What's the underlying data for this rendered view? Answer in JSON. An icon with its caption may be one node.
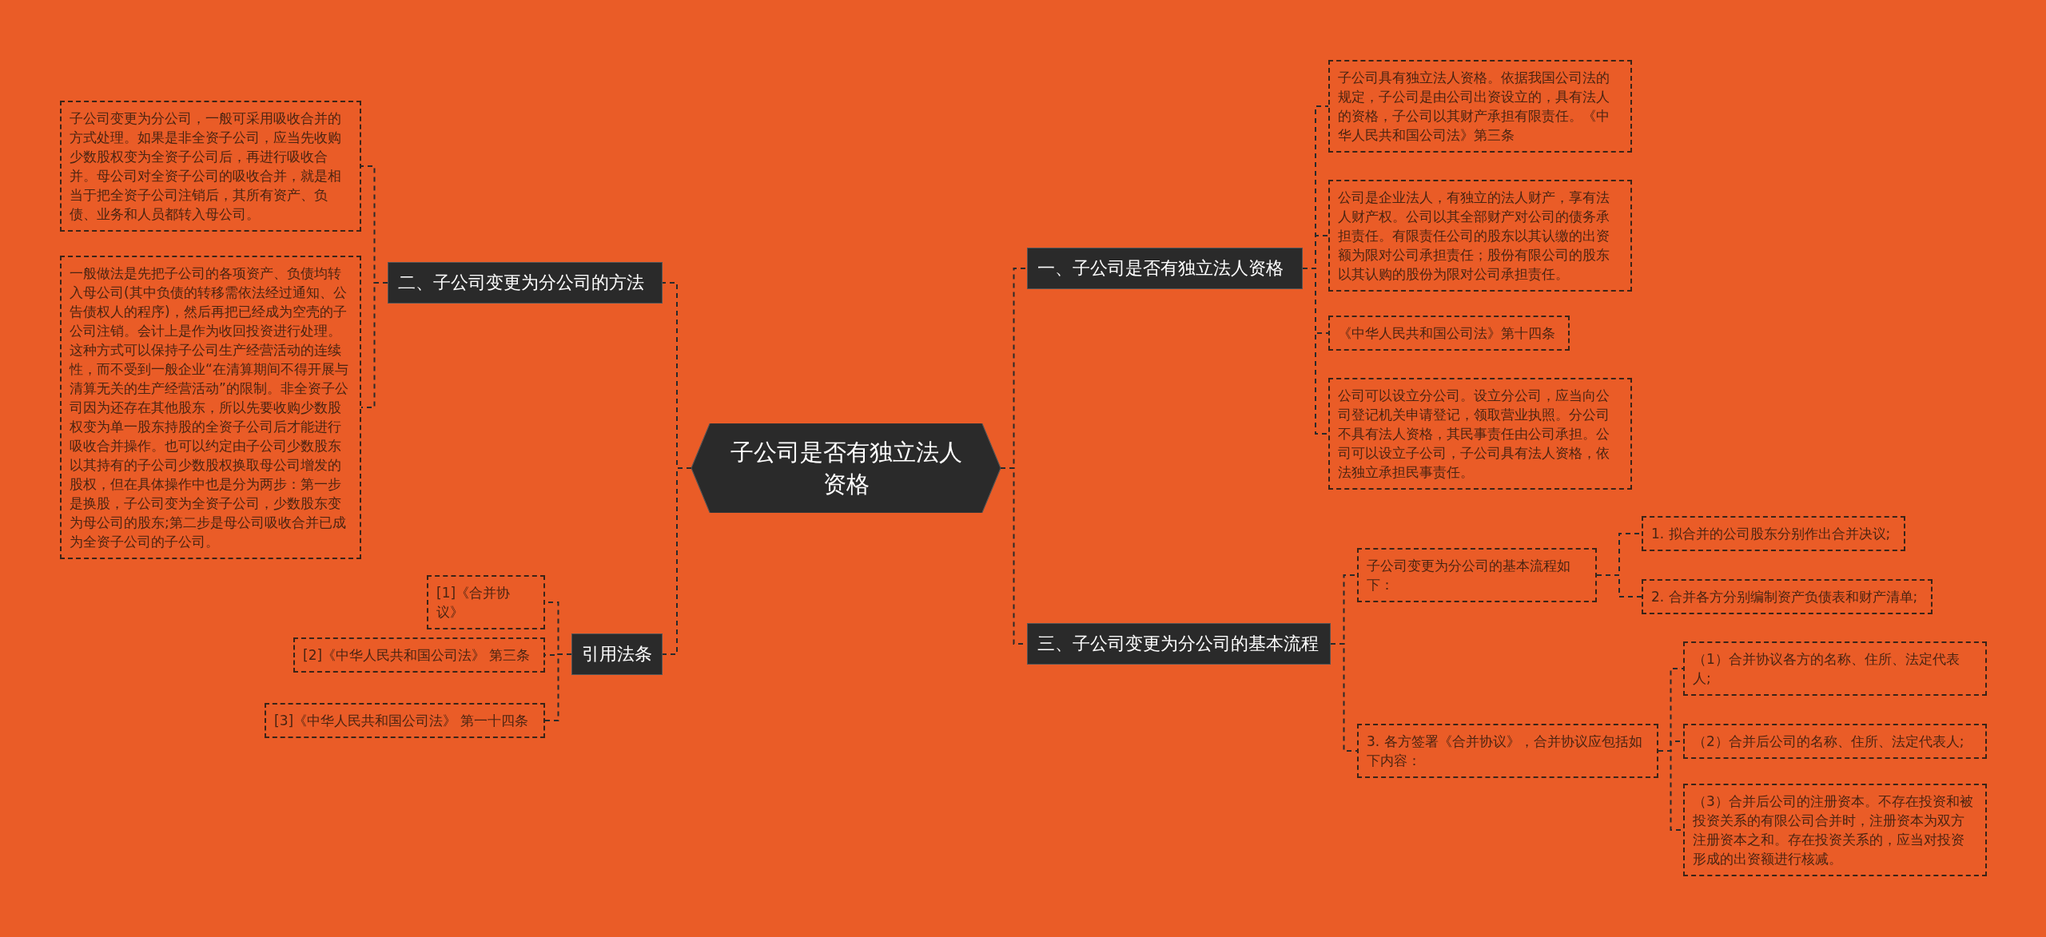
{
  "diagram": {
    "nodes": [
      {
        "text": [
          "子公司是否有独立法人资格"
        ]
      },
      {
        "text": [
          "一、子公司是否有独立法人资格"
        ]
      },
      {
        "text": [
          "子公司具有独立法人资格。依据我国公司法的规定，子公司是由公司出资设立的，具有法人的资格，子公司以其财产承担有限责任。《中华人民共和国公司法》第三条"
        ]
      },
      {
        "text": [
          "公司是企业法人，有独立的法人财产，享有法人财产权。公司以其全部财产对公司的债务承担责任。有限责任公司的股东以其认缴的出资额为限对公司承担责任；股份有限公司的股东以其认购的股份为限对公司承担责任。"
        ]
      },
      {
        "text": [
          "《中华人民共和国公司法》第十四条"
        ]
      },
      {
        "text": [
          "公司可以设立分公司。设立分公司，应当向公司登记机关申请登记，领取营业执照。分公司不具有法人资格，其民事责任由公司承担。公司可以设立子公司，子公司具有法人资格，依法独立承担民事责任。"
        ]
      },
      {
        "text": [
          "三、子公司变更为分公司的基本流程"
        ]
      },
      {
        "text": [
          "子公司变更为分公司的基本流程如下："
        ]
      },
      {
        "text": [
          "1. 拟合并的公司股东分别作出合并决议;"
        ]
      },
      {
        "text": [
          "2. 合并各方分别编制资产负债表和财产清单;"
        ]
      },
      {
        "text": [
          "3. 各方签署《合并协议》，合并协议应包括如下内容："
        ]
      },
      {
        "text": [
          "（1）合并协议各方的名称、住所、法定代表人;"
        ]
      },
      {
        "text": [
          "（2）合并后公司的名称、住所、法定代表人;"
        ]
      },
      {
        "text": [
          "（3）合并后公司的注册资本。不存在投资和被投资关系的有限公司合并时，注册资本为双方注册资本之和。存在投资关系的，应当对投资形成的出资额进行核减。"
        ]
      },
      {
        "text": [
          "二、子公司变更为分公司的方法"
        ]
      },
      {
        "text": [
          "子公司变更为分公司，一般可采用吸收合并的方式处理。如果是非全资子公司，应当先收购少数股权变为全资子公司后，再进行吸收合并。母公司对全资子公司的吸收合并，就是相当于把全资子公司注销后，其所有资产、负债、业务和人员都转入母公司。"
        ]
      },
      {
        "text": [
          "一般做法是先把子公司的各项资产、负债均转入母公司(其中负债的转移需依法经过通知、公告债权人的程序)，然后再把已经成为空壳的子公司注销。会计上是作为收回投资进行处理。这种方式可以保持子公司生产经营活动的连续性，而不受到一般企业“在清算期间不得开展与清算无关的生产经营活动”的限制。非全资子公司因为还存在其他股东，所以先要收购少数股权变为单一股东持股的全资子公司后才能进行吸收合并操作。也可以约定由子公司少数股东以其持有的子公司少数股权换取母公司增发的股权，但在具体操作中也是分为两步：第一步是换股，子公司变为全资子公司，少数股东变为母公司的股东;第二步是母公司吸收合并已成为全资子公司的子公司。"
        ]
      },
      {
        "text": [
          "引用法条"
        ]
      },
      {
        "text": [
          "[1]《合并协议》"
        ]
      },
      {
        "text": [
          "[2]《中华人民共和国公司法》 第三条"
        ]
      },
      {
        "text": [
          "[3]《中华人民共和国公司法》 第一十四条"
        ]
      }
    ],
    "edges": [
      {
        "from": 0,
        "to": 1,
        "arrow": "none",
        "style": "dashed"
      },
      {
        "from": 1,
        "to": 2,
        "arrow": "none",
        "style": "dashed"
      },
      {
        "from": 1,
        "to": 3,
        "arrow": "none",
        "style": "dashed"
      },
      {
        "from": 1,
        "to": 4,
        "arrow": "none",
        "style": "dashed"
      },
      {
        "from": 1,
        "to": 5,
        "arrow": "none",
        "style": "dashed"
      },
      {
        "from": 0,
        "to": 6,
        "arrow": "none",
        "style": "dashed"
      },
      {
        "from": 6,
        "to": 7,
        "arrow": "none",
        "style": "dashed"
      },
      {
        "from": 7,
        "to": 8,
        "arrow": "none",
        "style": "dashed"
      },
      {
        "from": 7,
        "to": 9,
        "arrow": "none",
        "style": "dashed"
      },
      {
        "from": 6,
        "to": 10,
        "arrow": "none",
        "style": "dashed"
      },
      {
        "from": 10,
        "to": 11,
        "arrow": "none",
        "style": "dashed"
      },
      {
        "from": 10,
        "to": 12,
        "arrow": "none",
        "style": "dashed"
      },
      {
        "from": 10,
        "to": 13,
        "arrow": "none",
        "style": "dashed"
      },
      {
        "from": 0,
        "to": 14,
        "arrow": "none",
        "style": "dashed"
      },
      {
        "from": 14,
        "to": 15,
        "arrow": "none",
        "style": "dashed"
      },
      {
        "from": 14,
        "to": 16,
        "arrow": "none",
        "style": "dashed"
      },
      {
        "from": 0,
        "to": 17,
        "arrow": "none",
        "style": "dashed"
      },
      {
        "from": 17,
        "to": 18,
        "arrow": "none",
        "style": "dashed"
      },
      {
        "from": 17,
        "to": 19,
        "arrow": "none",
        "style": "dashed"
      },
      {
        "from": 17,
        "to": 20,
        "arrow": "none",
        "style": "dashed"
      }
    ]
  }
}
